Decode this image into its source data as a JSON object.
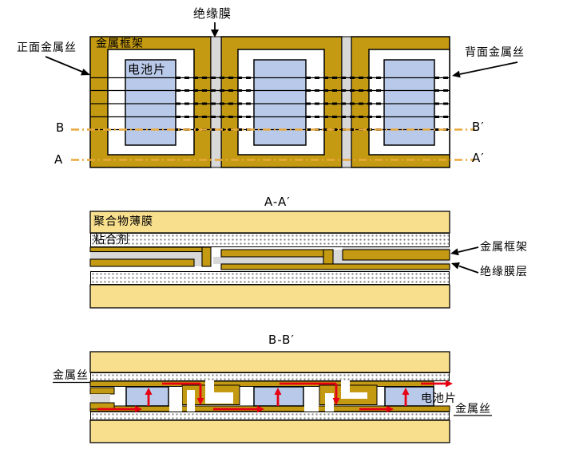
{
  "colors": {
    "frame_gold": "#c49a12",
    "polymer_yellow": "#f8df8e",
    "cell_blue": "#b9c9e9",
    "insulation_gray": "#d8d8d8",
    "current_red": "#e60012",
    "section_line_orange": "#e8a83c"
  },
  "top_view": {
    "insulation_film_label": "绝缘膜",
    "front_wire_label": "正面金属丝",
    "metal_frame_label": "金属框架",
    "cell_label": "电池片",
    "back_wire_label": "背面金属丝",
    "section_b_start": "B",
    "section_b_end": "B′",
    "section_a_start": "A",
    "section_a_end": "A′"
  },
  "section_aa": {
    "title": "A-A′",
    "polymer_film_label": "聚合物薄膜",
    "adhesive_label": "粘合剂",
    "metal_frame_label": "金属框架",
    "insulation_layer_label": "绝缘膜层"
  },
  "section_bb": {
    "title": "B-B′",
    "wire_label_left": "金属丝",
    "cell_label": "电池片",
    "wire_label_right": "金属丝"
  }
}
